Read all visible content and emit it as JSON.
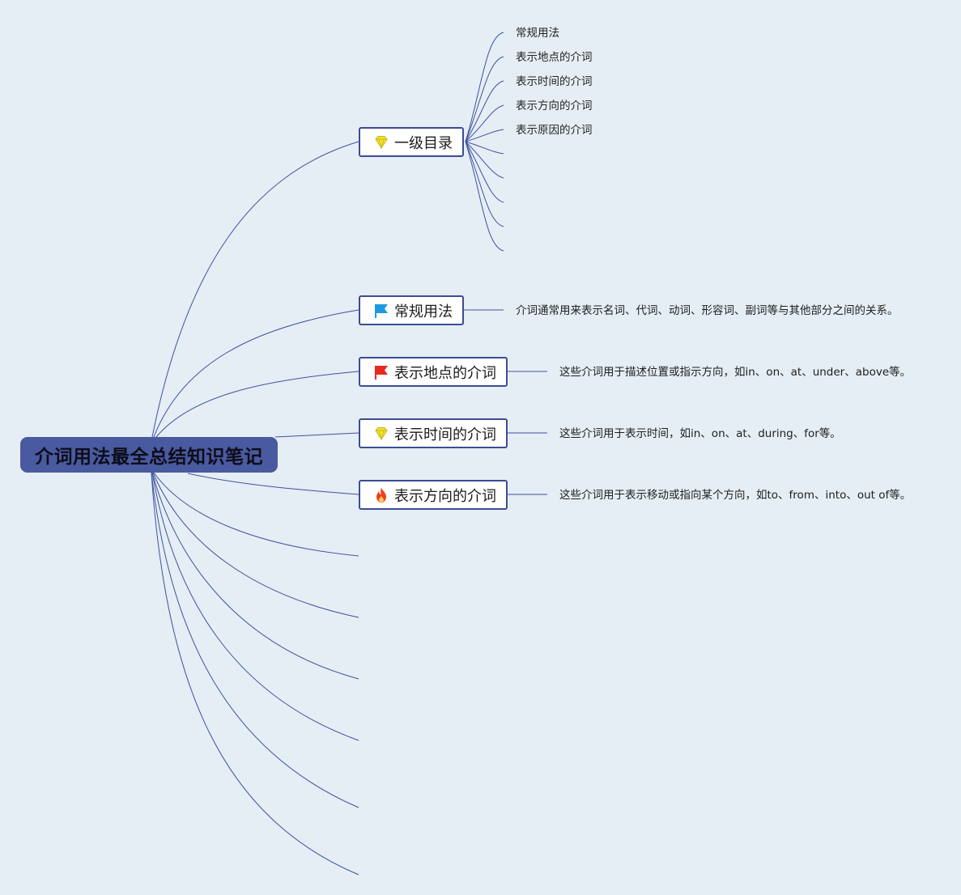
{
  "root": {
    "label": "介词用法最全总结知识笔记"
  },
  "branches": [
    {
      "label": "一级目录",
      "icon": "diamond-icon",
      "children": [
        "常规用法",
        "表示地点的介词",
        "表示时间的介词",
        "表示方向的介词",
        "表示原因的介词"
      ]
    },
    {
      "label": "常规用法",
      "icon": "blue-flag-icon",
      "description": "介词通常用来表示名词、代词、动词、形容词、副词等与其他部分之间的关系。"
    },
    {
      "label": "表示地点的介词",
      "icon": "red-flag-icon",
      "description": "这些介词用于描述位置或指示方向，如in、on、at、under、above等。"
    },
    {
      "label": "表示时间的介词",
      "icon": "diamond-icon",
      "description": "这些介词用于表示时间，如in、on、at、during、for等。"
    },
    {
      "label": "表示方向的介词",
      "icon": "fire-icon",
      "description": "这些介词用于表示移动或指向某个方向，如to、from、into、out of等。"
    }
  ],
  "colors": {
    "background": "#e5eef4",
    "root_fill": "#4a5aa0",
    "node_border": "#3c4c94",
    "link": "#3f51a0",
    "diamond": "#f2e233",
    "blue_flag": "#1e9be0",
    "red_flag": "#e8291c",
    "fire": "#f0411e"
  }
}
